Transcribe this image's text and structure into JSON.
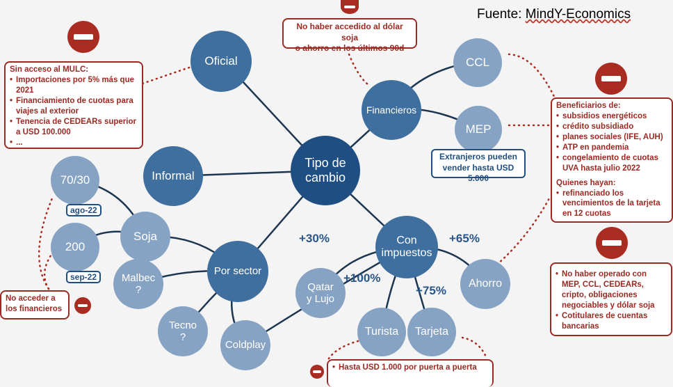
{
  "source": {
    "prefix": "Fuente: ",
    "name": "MindY-Economics"
  },
  "nodes": {
    "center": "Tipo de\ncambio",
    "oficial": "Oficial",
    "financieros": "Financieros",
    "ccl": "CCL",
    "mep": "MEP",
    "informal": "Informal",
    "por_sector": "Por sector",
    "soja": "Soja",
    "soja_7030": "70/30",
    "soja_200": "200",
    "malbec": "Malbec\n?",
    "tecno": "Tecno\n?",
    "coldplay": "Coldplay",
    "con_impuestos": "Con\nimpuestos",
    "ahorro": "Ahorro",
    "qatar": "Qatar\ny Lujo",
    "turista": "Turista",
    "tarjeta": "Tarjeta"
  },
  "tags": {
    "ago": "ago-22",
    "sep": "sep-22"
  },
  "percentages": {
    "p30": "+30%",
    "p65": "+65%",
    "p100": "+100%",
    "p75": "+75%"
  },
  "boxes": {
    "mulc": {
      "title": "Sin acceso al MULC:",
      "items": [
        "Importaciones por 5% más que 2021",
        "Financiamiento de cuotas para viajes al exterior",
        "Tenencia de CEDEARs superior a USD 100.000",
        "..."
      ]
    },
    "dolar_soja": "No haber accedido al dólar soja\no ahorro en los últimos 90d",
    "extranjeros": "Extranjeros pueden\nvender hasta USD 5.000",
    "beneficiarios": {
      "title": "Beneficiarios de:",
      "items": [
        "subsidios energéticos",
        "crédito subsidiado",
        "planes sociales (IFE, AUH)",
        "ATP en pandemia",
        "congelamiento de cuotas UVA hasta julio 2022"
      ],
      "title2": "Quienes hayan:",
      "items2": [
        "refinanciado los vencimientos de la tarjeta en 12 cuotas"
      ]
    },
    "ahorro_req": {
      "items": [
        "No haber operado con MEP, CCL, CEDEARs, cripto, obligaciones negociables y dólar soja",
        "Cotitulares de cuentas bancarias"
      ]
    },
    "no_financieros": "No acceder a\nlos financieros",
    "puerta": {
      "items": [
        "Hasta USD 1.000 por puerta a puerta"
      ]
    }
  },
  "colors": {
    "dark_node": "#1f4e82",
    "mid_node": "#3f6f9f",
    "light_node": "#87a3c4",
    "alert_red": "#9b2a23",
    "connector": "#1c3550"
  }
}
